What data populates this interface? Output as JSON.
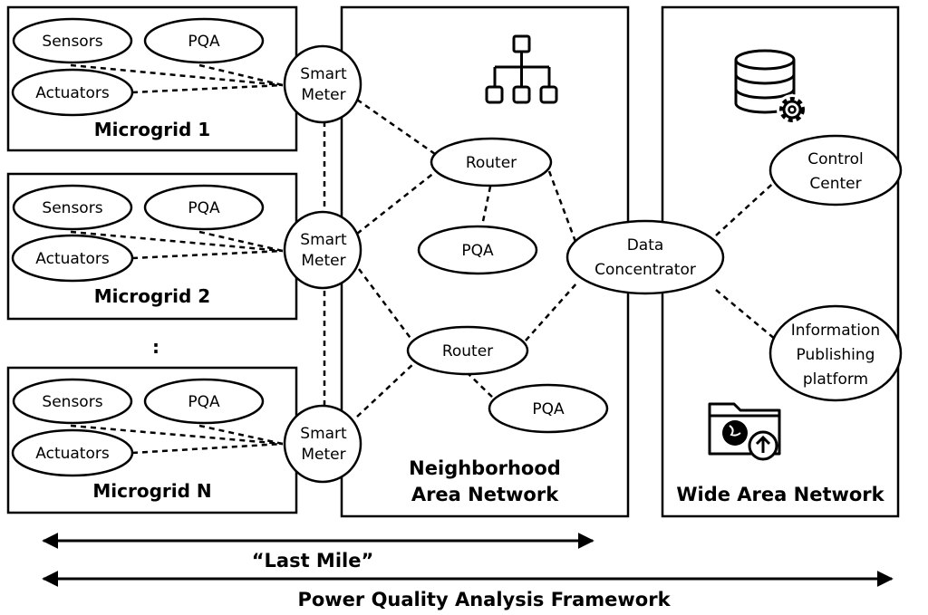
{
  "node_types": {
    "sensors": "Sensors",
    "pqa": "PQA",
    "actuators": "Actuators",
    "smart_meter": [
      "Smart",
      "Meter"
    ],
    "router": "Router",
    "data_concentrator": [
      "Data",
      "Concentrator"
    ],
    "control_center": [
      "Control",
      "Center"
    ],
    "info_platform": [
      "Information",
      "Publishing",
      "platform"
    ]
  },
  "microgrids": [
    {
      "title": "Microgrid 1"
    },
    {
      "title": "Microgrid 2"
    },
    {
      "title": "Microgrid N"
    }
  ],
  "ellipsis": ":",
  "nan": {
    "title": [
      "Neighborhood",
      "Area Network"
    ]
  },
  "wan": {
    "title": "Wide Area Network"
  },
  "icons": [
    "network-hierarchy-icon",
    "database-gear-icon",
    "folder-globe-upload-icon"
  ],
  "arrows": {
    "last_mile": "“Last Mile”",
    "framework": "Power Quality Analysis Framework"
  }
}
